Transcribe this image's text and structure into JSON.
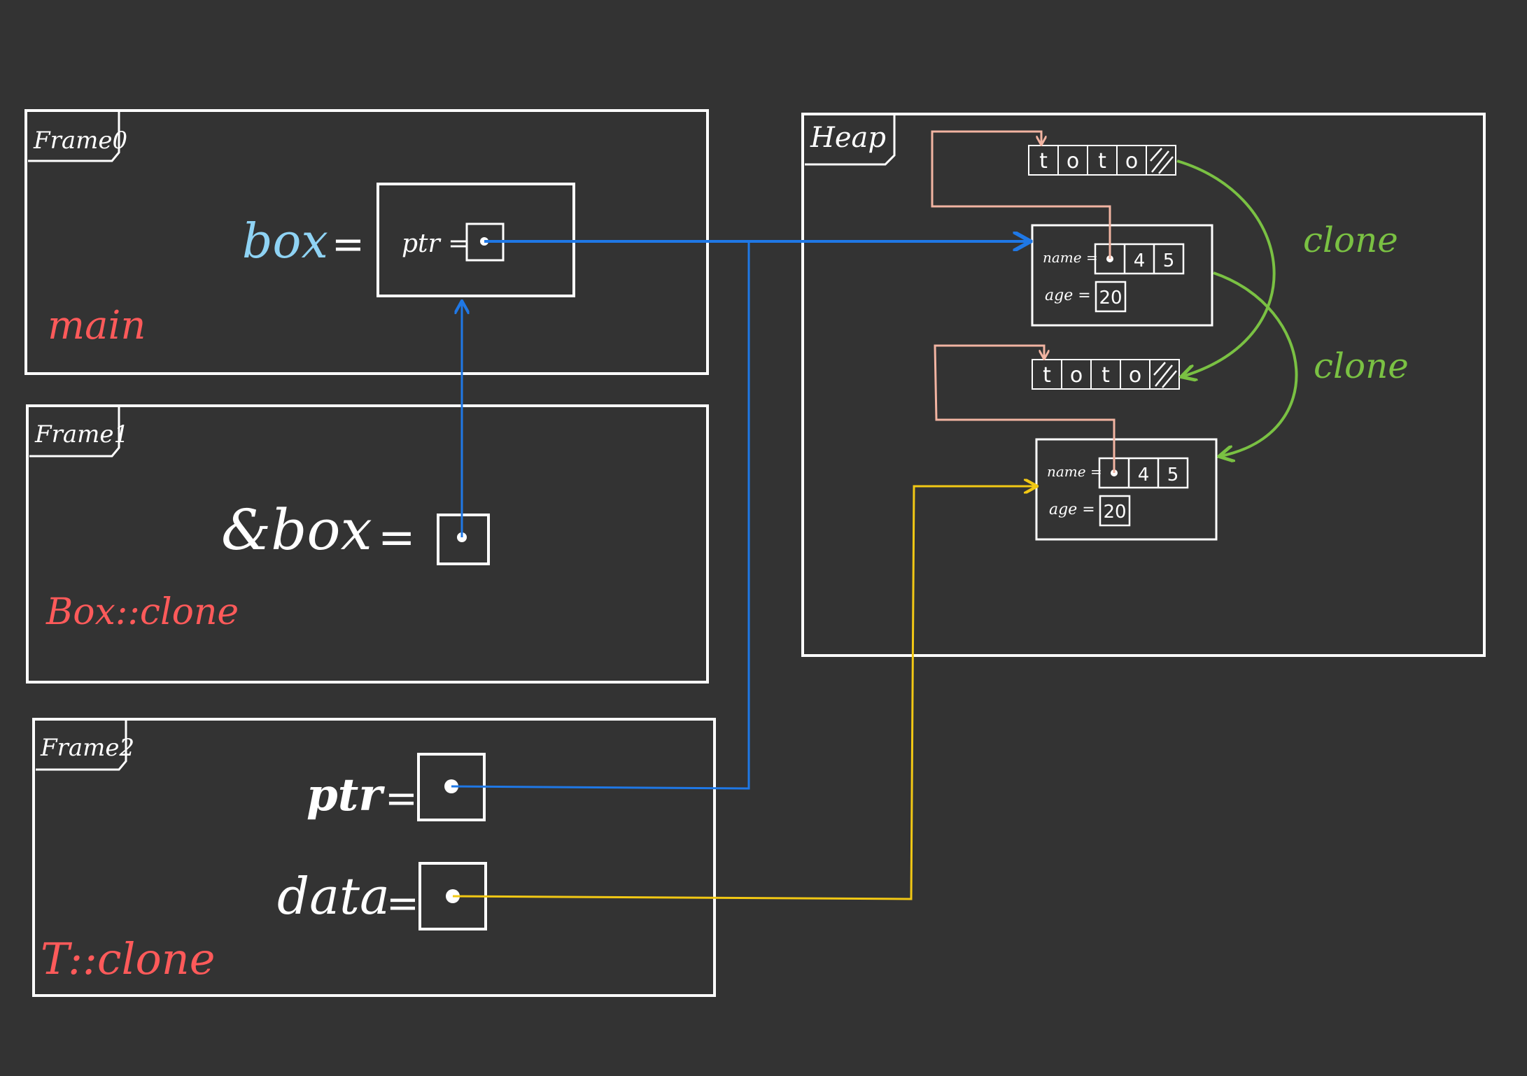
{
  "colors": {
    "background": "#333333",
    "stroke": "#ffffff",
    "frame_label": "#ff5a5a",
    "variable_box": "#8fd3f4",
    "pointer_blue": "#1f78e6",
    "pointer_yellow": "#f2c814",
    "pointer_pink": "#f2b4a2",
    "clone_green": "#7ac143"
  },
  "frames": [
    {
      "tag": "Frame0",
      "function": "main",
      "vars": [
        {
          "name": "box",
          "op": "=",
          "field": "ptr ="
        }
      ]
    },
    {
      "tag": "Frame1",
      "function": "Box::clone",
      "vars": [
        {
          "name": "&box",
          "op": "="
        }
      ]
    },
    {
      "tag": "Frame2",
      "function": "T::clone",
      "vars": [
        {
          "name": "ptr",
          "op": "="
        },
        {
          "name": "data",
          "op": "="
        }
      ]
    }
  ],
  "heap": {
    "tag": "Heap",
    "strings": [
      [
        "t",
        "o",
        "t",
        "o"
      ],
      [
        "t",
        "o",
        "t",
        "o"
      ]
    ],
    "structs": [
      {
        "name_label": "name =",
        "len": "4",
        "cap": "5",
        "age_label": "age =",
        "age": "20"
      },
      {
        "name_label": "name =",
        "len": "4",
        "cap": "5",
        "age_label": "age =",
        "age": "20"
      }
    ],
    "clone_labels": [
      "clone",
      "clone"
    ]
  }
}
